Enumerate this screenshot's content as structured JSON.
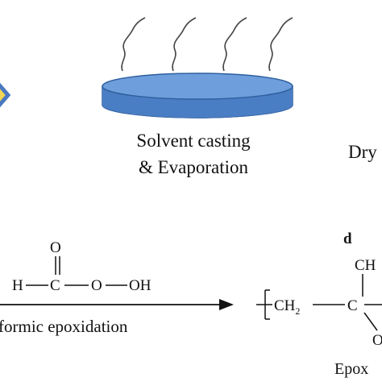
{
  "step_top": {
    "caption_line1": "Solvent casting",
    "caption_line2": "& Evaporation",
    "next_caption_partial": "Dry"
  },
  "reaction": {
    "panel_label": "d",
    "reagent": {
      "carbonyl_o": "O",
      "h": "H",
      "c": "C",
      "o1": "O",
      "oh": "OH"
    },
    "arrow_label": "formic epoxidation",
    "product": {
      "ch2": "CH",
      "ch2_sub": "2",
      "c": "C",
      "methyl_partial": "CH",
      "epoxy_o_partial": "O",
      "caption_partial": "Epox"
    }
  },
  "colors": {
    "dish_fill": "#4a7ec4",
    "dish_top": "#5b8fd3",
    "dish_edge": "#2f5f9e",
    "diamond_fill": "#f2d552",
    "diamond_edge": "#4a78c0",
    "text": "#111111"
  },
  "icons": {
    "vapor": "wavy-vapor-lines-icon",
    "dish": "petri-dish-icon",
    "diamond": "diamond-shape-icon",
    "arrow": "reaction-arrow-icon"
  }
}
